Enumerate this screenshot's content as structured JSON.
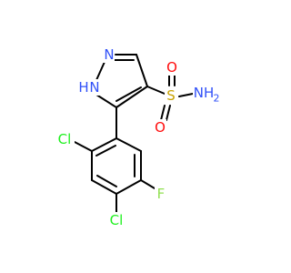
{
  "molecule": {
    "atoms": {
      "N_pyrazole_2": {
        "label": "N",
        "color": "#3050F8"
      },
      "NH_pyrazole_1": {
        "label": "NH",
        "color": "#3050F8",
        "sub_label": "H"
      },
      "S": {
        "label": "S",
        "color": "#C8A200"
      },
      "O_top": {
        "label": "O",
        "color": "#FF0D0D"
      },
      "O_bottom": {
        "label": "O",
        "color": "#FF0D0D"
      },
      "NH2": {
        "label": "NH",
        "color": "#3050F8",
        "subscript": "2"
      },
      "Cl_ortho": {
        "label": "Cl",
        "color": "#1FF01F"
      },
      "Cl_para": {
        "label": "Cl",
        "color": "#1FF01F"
      },
      "F": {
        "label": "F",
        "color": "#90E050"
      }
    },
    "bond_color": "#000000"
  }
}
